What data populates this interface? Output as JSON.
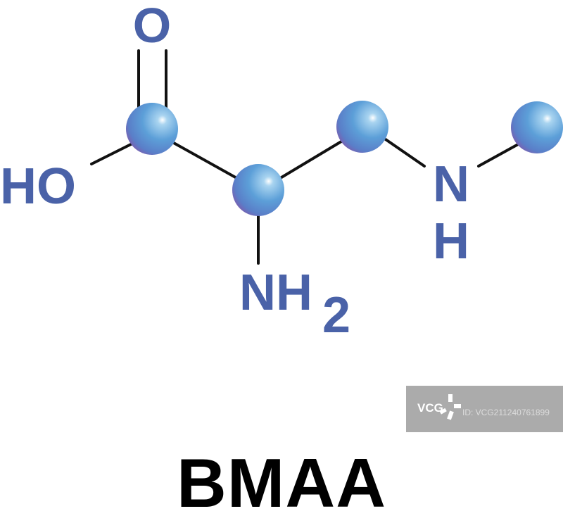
{
  "molecule": {
    "atoms": {
      "oxygen": "O",
      "hydroxyl": "HO",
      "amine_n": "N",
      "amine_h": "H",
      "amino": "NH",
      "amino_subscript": "2"
    },
    "colors": {
      "atom_label": "#4a62a8",
      "sphere": "#5b9bd5",
      "bond": "#111111"
    }
  },
  "title": "BMAA",
  "watermark": {
    "logo": "VCG",
    "id": "ID: VCG211240761899"
  }
}
